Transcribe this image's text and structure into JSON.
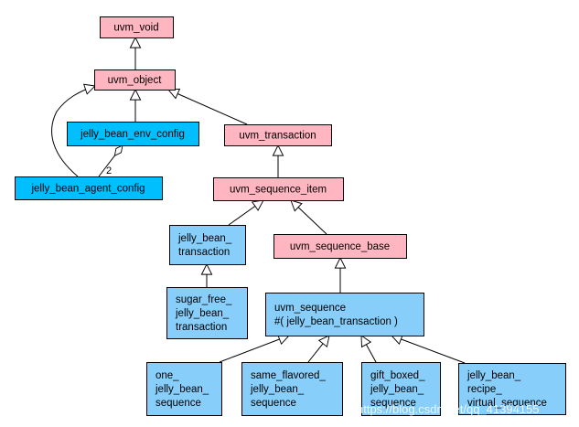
{
  "colors": {
    "uvm_class": "#ffb6c1",
    "user_config": "#00bfff",
    "user_class": "#87cefa",
    "stroke": "#000000"
  },
  "nodes": {
    "uvm_void": {
      "lines": [
        "uvm_void"
      ]
    },
    "uvm_object": {
      "lines": [
        "uvm_object"
      ]
    },
    "jelly_bean_env_config": {
      "lines": [
        "jelly_bean_env_config"
      ]
    },
    "jelly_bean_agent_config": {
      "lines": [
        "jelly_bean_agent_config"
      ]
    },
    "uvm_transaction": {
      "lines": [
        "uvm_transaction"
      ]
    },
    "uvm_sequence_item": {
      "lines": [
        "uvm_sequence_item"
      ]
    },
    "jelly_bean_transaction": {
      "lines": [
        "jelly_bean_",
        "transaction"
      ]
    },
    "uvm_sequence_base": {
      "lines": [
        "uvm_sequence_base"
      ]
    },
    "sugar_free_jelly_bean_transaction": {
      "lines": [
        "sugar_free_",
        "jelly_bean_",
        "transaction"
      ]
    },
    "uvm_sequence": {
      "lines": [
        "uvm_sequence",
        "#( jelly_bean_transaction )"
      ]
    },
    "one_jelly_bean_sequence": {
      "lines": [
        "one_",
        "jelly_bean_",
        "sequence"
      ]
    },
    "same_flavored_jelly_bean_sequence": {
      "lines": [
        "same_flavored_",
        "jelly_bean_",
        "sequence"
      ]
    },
    "gift_boxed_jelly_bean_sequence": {
      "lines": [
        "gift_boxed_",
        "jelly_bean_",
        "sequence"
      ]
    },
    "jelly_bean_recipe_virtual_sequence": {
      "lines": [
        "jelly_bean_",
        "recipe_",
        "virtual_sequence"
      ]
    }
  },
  "aggregation_multiplicity": "2",
  "watermark": "https://blog.csdn.net/qq_41394155"
}
